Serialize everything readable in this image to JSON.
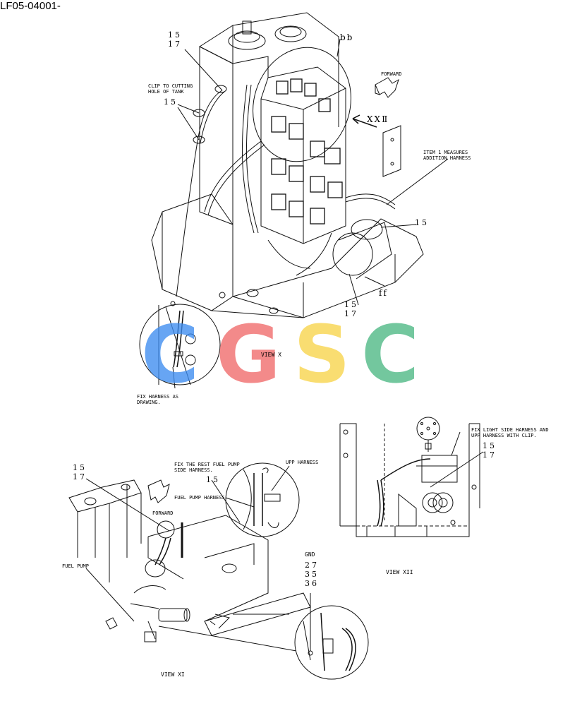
{
  "document_code": "LF05-04001-",
  "watermark": {
    "letters": [
      "C",
      "G",
      "S",
      "C"
    ],
    "colors": [
      "#3d8df0",
      "#f06a6a",
      "#f8d44a",
      "#4cb884"
    ]
  },
  "view_labels": {
    "view_x": "VIEW X",
    "view_xi": "VIEW XI",
    "view_xii": "VIEW XII"
  },
  "callouts": {
    "bb": "bb",
    "ff": "ff",
    "xxii": "XXⅡ",
    "forward_top": "FORWARD",
    "forward_left": "FORWARD",
    "clip_tank": "CLIP TO CUTTING\nHOLE OF TANK",
    "item_measures": "ITEM 1 MEASURES\nADDITION HARNESS",
    "fix_harness": "FIX HARNESS AS\nDRAWING.",
    "fix_light": "FIX LIGHT SIDE HARNESS AND\nUPP HARNESS WITH CLIP.",
    "fix_rest": "FIX THE REST FUEL PUMP\nSIDE HARNESS.",
    "upp_harness": "UPP HARNESS",
    "fuel_pump_harness": "FUEL PUMP HARNESS",
    "fuel_pump": "FUEL PUMP",
    "gnd": "GND"
  },
  "part_numbers": {
    "top_left": [
      "15",
      "17"
    ],
    "clip_15": "15",
    "right_15": "15",
    "bottom_15_17": [
      "15",
      "17"
    ],
    "xii_15_17": [
      "15",
      "17"
    ],
    "xi_15_17": [
      "15",
      "17"
    ],
    "fuel_15": "15",
    "gnd_nums": [
      "27",
      "35",
      "36"
    ]
  }
}
